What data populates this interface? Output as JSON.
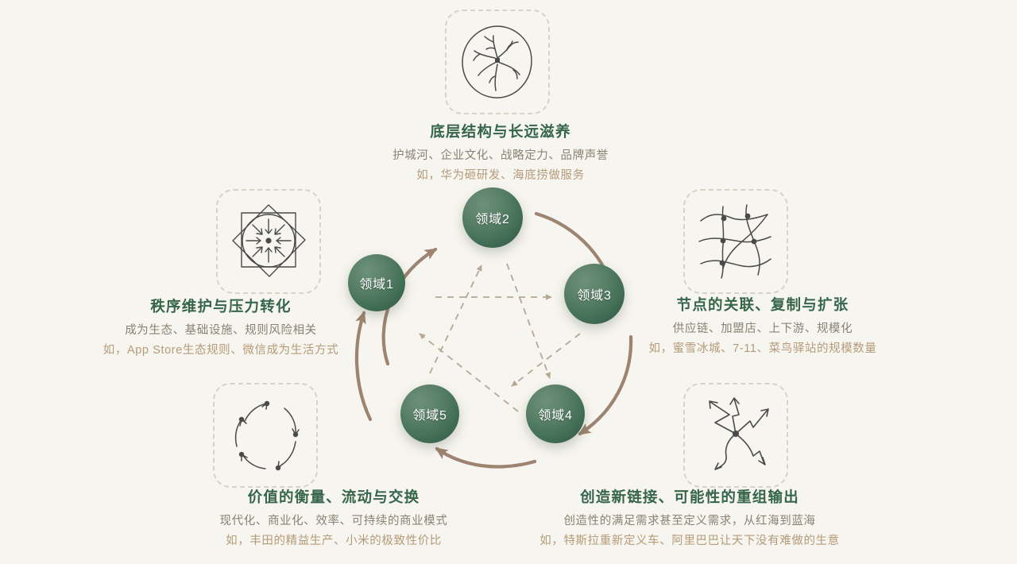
{
  "theme": {
    "background": "#f7f5ef",
    "title_green": "#35654a",
    "sub_gray": "#8a8274",
    "sub_tan": "#b49b79",
    "node_green_light": "#6c917c",
    "node_green_dark": "#2f5441",
    "arrow_brown": "#9c8470",
    "dashed_taupe": "#b5a894",
    "frame_dash": "#d6d2c6"
  },
  "diagram": {
    "nodes": [
      {
        "id": "node-1",
        "label": "领域1"
      },
      {
        "id": "node-2",
        "label": "领域2"
      },
      {
        "id": "node-3",
        "label": "领域3"
      },
      {
        "id": "node-4",
        "label": "领域4"
      },
      {
        "id": "node-5",
        "label": "领域5"
      }
    ],
    "outer_cycle_direction": "clockwise",
    "inner_links": "dashed pentagram"
  },
  "sections": [
    {
      "key": "top",
      "icon_name": "root-branches-in-circle-icon",
      "title": "底层结构与长远滋养",
      "sub1": "护城河、企业文化、战略定力、品牌声誉",
      "sub2": "如，华为砸研发、海底捞做服务"
    },
    {
      "key": "left",
      "icon_name": "rotated-squares-inward-arrows-icon",
      "title": "秩序维护与压力转化",
      "sub1": "成为生态、基础设施、规则风险相关",
      "sub2": "如，App Store生态规则、微信成为生活方式"
    },
    {
      "key": "right",
      "icon_name": "network-grid-nodes-icon",
      "title": "节点的关联、复制与扩张",
      "sub1": "供应链、加盟店、上下游、规模化",
      "sub2": "如，蜜雪冰城、7-11、菜鸟驿站的规模数量"
    },
    {
      "key": "bottom-left",
      "icon_name": "circular-flow-arrows-icon",
      "title": "价值的衡量、流动与交换",
      "sub1": "现代化、商业化、效率、可持续的商业模式",
      "sub2": "如，丰田的精益生产、小米的极致性价比"
    },
    {
      "key": "bottom-right",
      "icon_name": "diverging-arrows-icon",
      "title": "创造新链接、可能性的重组输出",
      "sub1": "创造性的满足需求甚至定义需求，从红海到蓝海",
      "sub2": "如，特斯拉重新定义车、阿里巴巴让天下没有难做的生意"
    }
  ]
}
